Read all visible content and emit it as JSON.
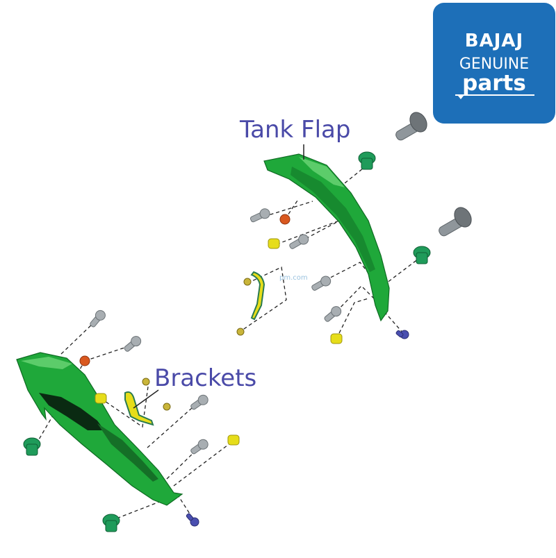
{
  "labels": {
    "tank_flap": "Tank Flap",
    "brackets": "Brackets"
  },
  "logo": {
    "brand": "BAJAJ",
    "line2": "GENUINE",
    "line3": "parts"
  },
  "watermark": "pm.com",
  "colors": {
    "panel_green": "#1fa83a",
    "bolt_grey": "#8f969b",
    "clip_green": "#1f9b5a",
    "nut_orange": "#d9581f",
    "washer_yellow": "#e6dd1a",
    "screw_blue": "#4a4fb0",
    "label_blue": "#4a4aa8",
    "logo_blue": "#1d6fb8"
  }
}
